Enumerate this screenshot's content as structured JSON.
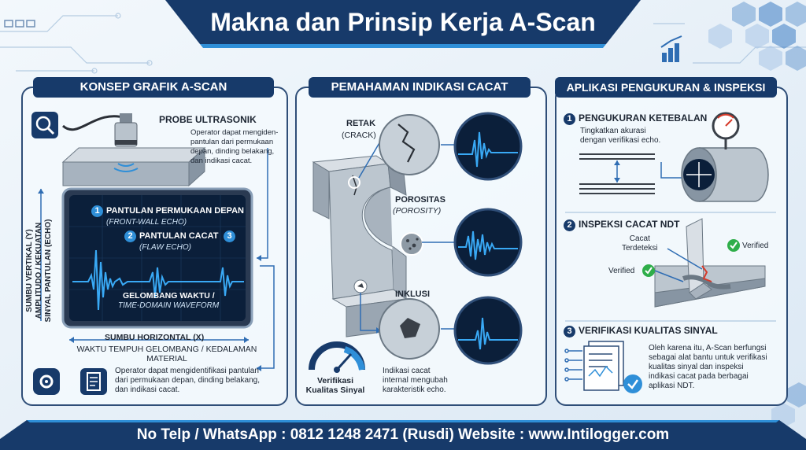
{
  "title": "Makna dan Prinsip Kerja A-Scan",
  "footer": "No Telp / WhatsApp : 0812 1248 2471 (Rusdi)  Website : www.Intilogger.com",
  "colors": {
    "navy": "#173a6a",
    "accent_blue": "#2f8fd8",
    "screen": "#0b1f3a",
    "wave": "#39a9f5",
    "ok_green": "#2fae4a",
    "flaw_red": "#d63a2a"
  },
  "panel1": {
    "heading": "KONSEP GRAFIK A-SCAN",
    "probe_label": "PROBE ULTRASONIK",
    "probe_desc": [
      "Operator dapat mengiden-",
      "pantulan dari permukaan",
      "depan, dinding belakang,",
      "dan indikasi cacat."
    ],
    "vertical_axis": [
      "SUMBU VERTIKAL (Y)",
      "AMPLITUDO / KEKUATAN",
      "SINYAL PANTULAN (ECHO)"
    ],
    "echo1_num": "1",
    "echo1_label": "PANTULAN PERMUKAAN DEPAN",
    "echo1_sub": "(FRONT-WALL ECHO)",
    "echo2_num": "2",
    "echo2_label": "PANTULAN CACAT",
    "echo2_sub": "(FLAW ECHO)",
    "echo3_num": "3",
    "waveform_label": "GELOMBANG WAKTU /",
    "waveform_sub": "TIME-DOMAIN WAVEFORM",
    "horizontal_axis": "SUMBU HORIZONTAL (X)",
    "horizontal_desc": [
      "WAKTU TEMPUH GELOMBANG / KEDALAMAN",
      "MATERIAL"
    ],
    "bottom_desc": [
      "Operator dapat mengidentifikasi pantulan",
      "dari permukaan depan, dinding belakang,",
      "dan indikasi cacat."
    ],
    "icons": [
      "magnifier-icon",
      "gear-icon",
      "document-icon"
    ]
  },
  "panel2": {
    "heading": "PEMAHAMAN INDIKASI CACAT",
    "crack": "RETAK",
    "crack_sub": "(CRACK)",
    "porosity": "POROSITAS",
    "porosity_sub": "(POROSITY)",
    "inclusion": "INKLUSI",
    "gauge_label": [
      "Verifikasi",
      "Kualitas Sinyal"
    ],
    "inclusion_desc": [
      "Indikasi cacat",
      "internal mengubah",
      "karakteristik echo."
    ]
  },
  "panel3": {
    "heading": "APLIKASI PENGUKURAN & INSPEKSI",
    "s1_num": "1",
    "s1_title": "PENGUKURAN KETEBALAN",
    "s1_desc": [
      "Tingkatkan akurasi",
      "dengan verifikasi echo."
    ],
    "s2_num": "2",
    "s2_title": "INSPEKSI CACAT NDT",
    "s2_flaw": [
      "Cacat",
      "Terdeteksi"
    ],
    "s2_verified_right": "Verified",
    "s2_verified_left": "Verified",
    "s3_num": "3",
    "s3_title": "VERIFIKASI KUALITAS SINYAL",
    "s3_desc": [
      "Oleh karena itu, A-Scan berfungsi",
      "sebagai alat bantu untuk verifikasi",
      "kualitas sinyal dan inspeksi",
      "indikasi cacat pada berbagai",
      "aplikasi NDT."
    ]
  }
}
